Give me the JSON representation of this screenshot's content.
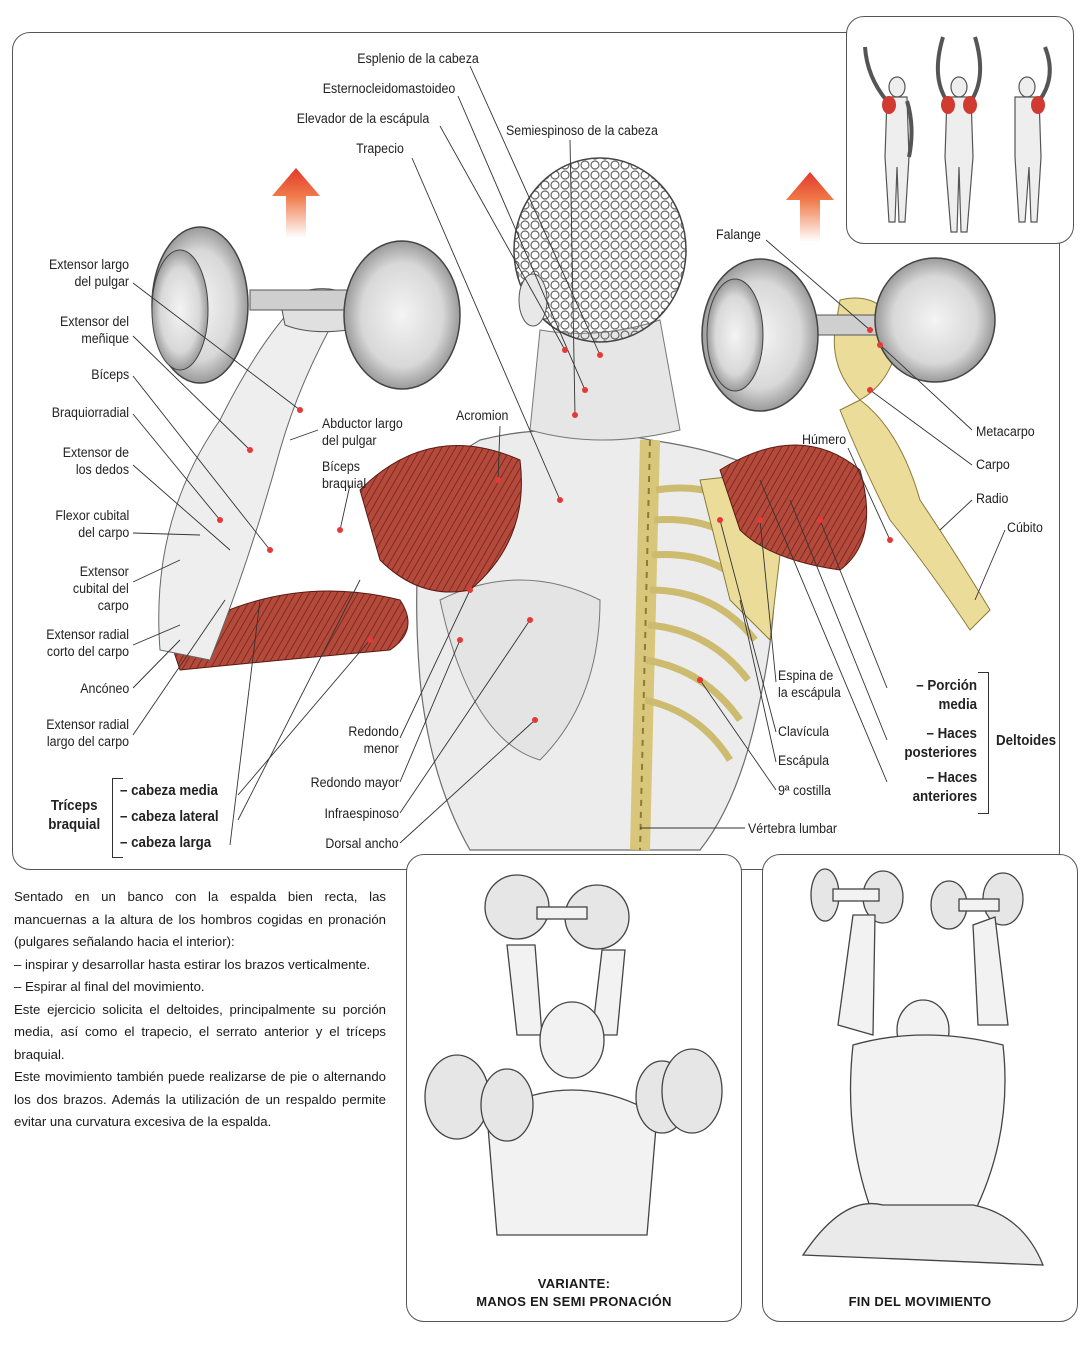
{
  "colors": {
    "muscle": "#b44a3c",
    "bone": "#ecdc9a",
    "arrow": "#e8523a",
    "marker": "#e53935"
  },
  "labels": {
    "esplenio": "Esplenio de la cabeza",
    "esternocleido": "Esternocleidomastoideo",
    "elevador": "Elevador de la escápula",
    "semiespinoso": "Semiespinoso de la cabeza",
    "trapecio": "Trapecio",
    "falange": "Falange",
    "ext_largo_pulgar": "Extensor largo\ndel pulgar",
    "ext_menique": "Extensor del\nmeñique",
    "biceps": "Bíceps",
    "braquiorradial": "Braquiorradial",
    "abductor": "Abductor largo\ndel pulgar",
    "acromion": "Acromion",
    "biceps_braquial": "Bíceps\nbraquial",
    "ext_dedos": "Extensor de\nlos dedos",
    "flexor_cubital": "Flexor cubital\ndel carpo",
    "ext_cubital": "Extensor\ncubital del\ncarpo",
    "ext_radial_corto": "Extensor radial\ncorto del carpo",
    "anconeo": "Ancóneo",
    "ext_radial_largo": "Extensor radial\nlargo del carpo",
    "humero": "Húmero",
    "metacarpo": "Metacarpo",
    "carpo": "Carpo",
    "radio": "Radio",
    "cubito": "Cúbito",
    "espina_escapula": "Espina de\nla escápula",
    "clavicula": "Clavícula",
    "escapula": "Escápula",
    "costilla": "9ª costilla",
    "vertebra": "Vértebra lumbar",
    "redondo_menor": "Redondo\nmenor",
    "redondo_mayor": "Redondo mayor",
    "infraespinoso": "Infraespinoso",
    "dorsal": "Dorsal ancho"
  },
  "triceps": {
    "title": "Tríceps\nbraquial",
    "heads": [
      "– cabeza media",
      "– cabeza lateral",
      "– cabeza larga"
    ]
  },
  "deltoides": {
    "title": "Deltoides",
    "parts": [
      "– Porción\nmedia",
      "– Haces\nposteriores",
      "– Haces\nanteriores"
    ]
  },
  "description": [
    "Sentado en un banco con la espalda bien recta, las mancuernas a la altura de los hombros cogidas en pronación (pulgares señalando hacia el interior):",
    "– inspirar y desarrollar hasta estirar los brazos verticalmente.",
    "– Espirar al final del movimiento.",
    "Este ejercicio solicita el deltoides, principalmente su porción media, así como el trapecio, el serrato anterior y el tríceps braquial.",
    "Este movimiento también puede realizarse de pie o alternando los dos brazos. Además la utilización de un respaldo permite evitar una curvatura excesiva de la espalda."
  ],
  "captions": {
    "variant": "VARIANTE:\nMANOS EN SEMI PRONACIÓN",
    "end": "FIN DEL MOVIMIENTO"
  }
}
